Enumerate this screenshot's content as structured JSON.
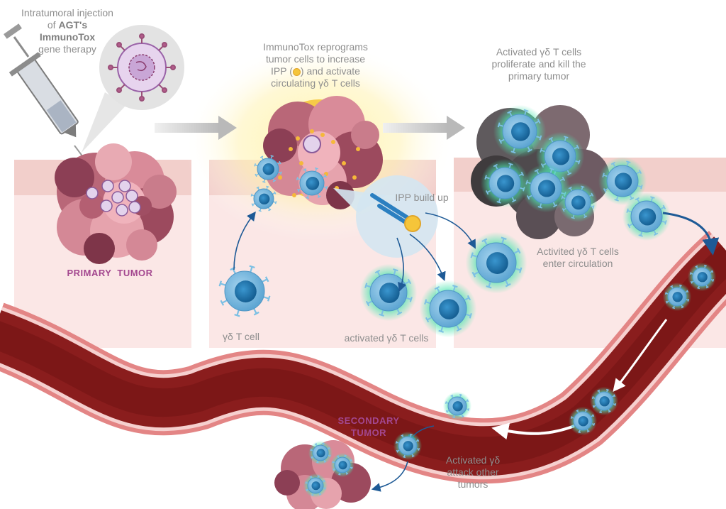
{
  "labels": {
    "injection_prefix": "Intratumoral injection of",
    "injection_company": "AGT's",
    "injection_product": "ImmunoTox",
    "injection_suffix": "gene therapy",
    "reprogram_line1": "ImmunoTox reprograms",
    "reprogram_line2": "tumor cells to increase",
    "reprogram_line3_pre": "IPP (",
    "reprogram_line3_post": ") and activate",
    "reprogram_line4": "circulating γδ T cells",
    "proliferate_line1": "Activated γδ T cells",
    "proliferate_line2": "proliferate and kill the",
    "proliferate_line3": "primary tumor",
    "primary_tumor": "PRIMARY  TUMOR",
    "ipp_buildup": "IPP build up",
    "enter_circ_line1": "Activited γδ T cells",
    "enter_circ_line2": "enter circulation",
    "gd_tcell": "γδ T cell",
    "activated_gd": "activated γδ T cells",
    "secondary_tumor_line1": "SECONDARY",
    "secondary_tumor_line2": "TUMOR",
    "attack_line1": "Activated γδ",
    "attack_line2": "attack other",
    "attack_line3": "tumors"
  },
  "colors": {
    "tissue": "#fbe7e6",
    "tissue_band": "#f2cfcb",
    "vessel_outer": "#e38585",
    "vessel_inner": "#7a1515",
    "tcell_body": "#6fb3da",
    "tcell_nucleus": "#1e79b2",
    "glow": "#5ee3b3",
    "tumor_light": "#e6a3ad",
    "tumor_dark": "#8c3f55",
    "arrow_blue": "#1e5a96",
    "tumor_label": "#a3478f",
    "text_gray": "#8e8e8e"
  },
  "icons": [
    "syringe-icon",
    "virus-icon",
    "tcell-icon",
    "tumor-icon",
    "blood-vessel-icon",
    "ipp-molecule-icon",
    "arrow-icon"
  ]
}
